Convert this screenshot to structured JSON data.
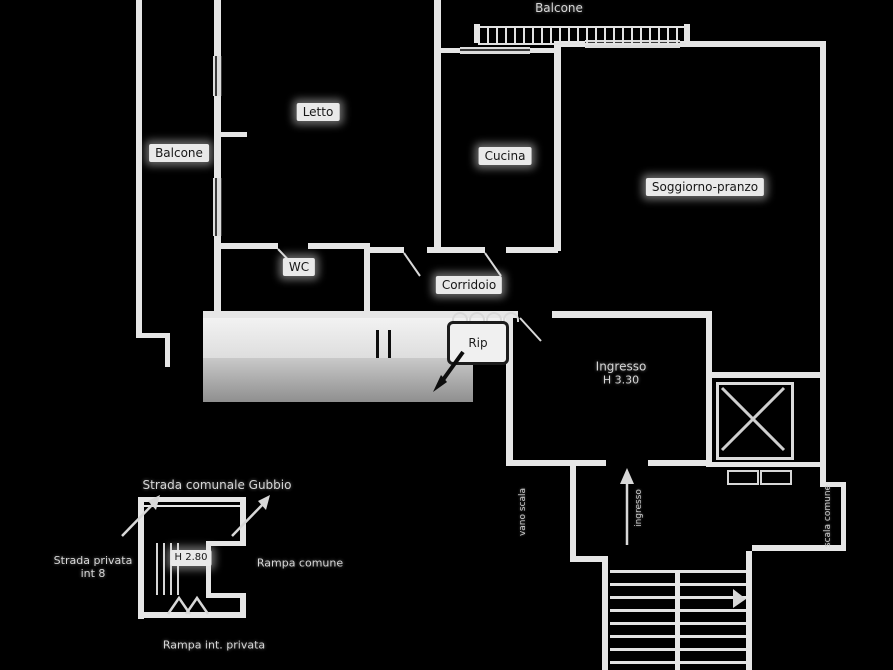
{
  "colors": {
    "background": "#000000",
    "wall_line": "#e6e6e6",
    "label_patch": "#e9e9e9",
    "label_text": "#161616",
    "light_text": "#d6d6d6"
  },
  "plan": {
    "rooms": {
      "balcone_top": "Balcone",
      "balcone_left": "Balcone",
      "letto": "Letto",
      "cucina": "Cucina",
      "soggiorno": "Soggiorno-pranzo",
      "wc": "WC",
      "corridoio": "Corridoio",
      "rip": "Rip",
      "ingresso": "Ingresso",
      "ingresso_height": "H 3.30"
    },
    "annotations": {
      "stair_label_left": "vano scala",
      "entry_arrow_label": "ingresso",
      "stair_label_right": "scala comune"
    }
  },
  "site": {
    "strada_comunale": "Strada comunale Gubbio",
    "strada_privata_line1": "Strada privata",
    "strada_privata_line2": "int 8",
    "height_label": "H 2.80",
    "rampa_comune": "Rampa comune",
    "rampa_privata": "Rampa int. privata"
  }
}
